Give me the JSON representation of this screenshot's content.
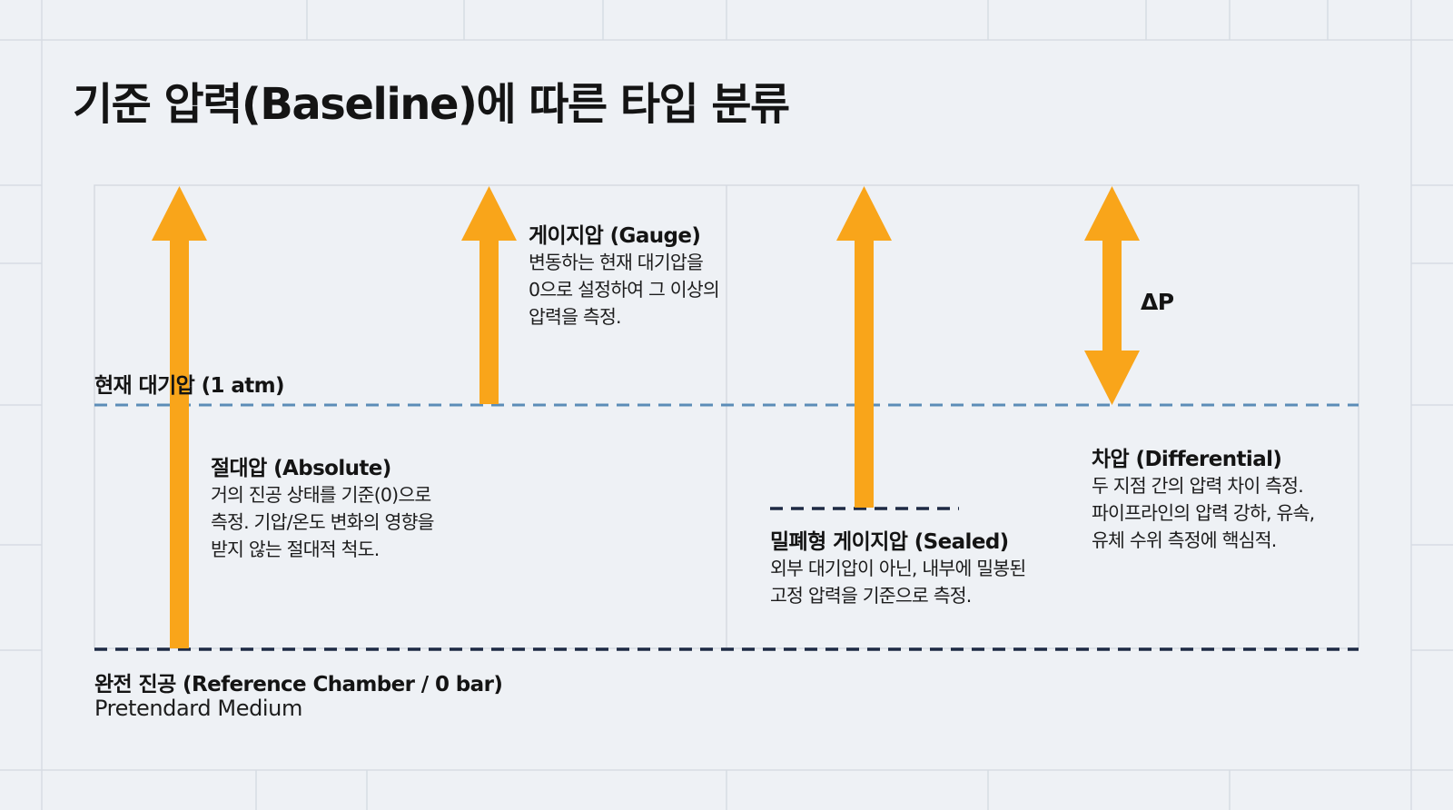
{
  "title": "기준 압력(Baseline)에 따른 타입 분류",
  "colors": {
    "background": "#eef1f5",
    "arrow": "#f9a51a",
    "atmosphere_line": "#5b8db8",
    "vacuum_line": "#1e2a44",
    "grid": "#d7dce3"
  },
  "atmosphere_label": "현재 대기압 (1 atm)",
  "vacuum": {
    "label": "완전 진공 (Reference Chamber / 0 bar)",
    "note": "Pretendard Medium"
  },
  "types": {
    "gauge": {
      "name": "게이지압 (Gauge)",
      "lines": [
        "변동하는 현재 대기압을",
        "0으로 설정하여 그 이상의",
        "압력을 측정."
      ]
    },
    "absolute": {
      "name": "절대압 (Absolute)",
      "lines": [
        "거의 진공 상태를 기준(0)으로",
        "측정. 기압/온도 변화의 영향을",
        "받지 않는 절대적 척도."
      ]
    },
    "sealed": {
      "name": "밀폐형 게이지압 (Sealed)",
      "lines": [
        "외부 대기압이 아닌, 내부에 밀봉된",
        "고정 압력을 기준으로 측정."
      ]
    },
    "differential": {
      "name": "차압 (Differential)",
      "symbol": "ΔP",
      "lines": [
        "두 지점 간의 압력 차이 측정.",
        "파이프라인의 압력 강하, 유속,",
        "유체 수위 측정에 핵심적."
      ]
    }
  }
}
